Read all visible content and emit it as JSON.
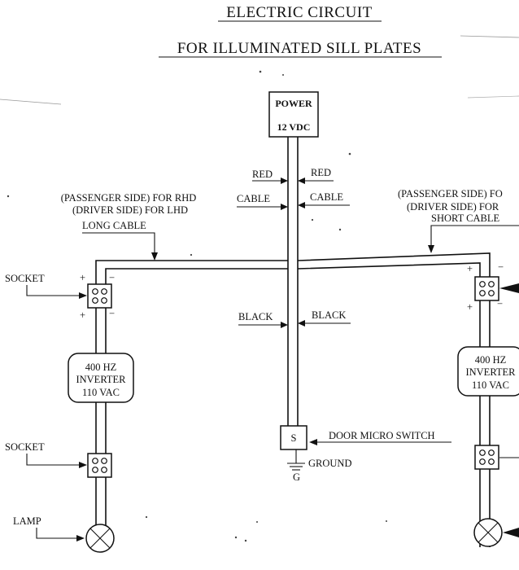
{
  "title": "ELECTRIC CIRCUIT",
  "subtitle": "FOR ILLUMINATED SILL PLATES",
  "power": {
    "line1": "POWER",
    "line2": "12 VDC"
  },
  "wire_labels": {
    "red_left": "RED",
    "red_right": "RED",
    "cable_left": "CABLE",
    "cable_right": "CABLE",
    "black_left": "BLACK",
    "black_right": "BLACK"
  },
  "left_branch": {
    "line1": "(PASSENGER SIDE) FOR RHD",
    "line2": "(DRIVER SIDE) FOR LHD",
    "line3": "LONG CABLE"
  },
  "right_branch": {
    "line1": "(PASSENGER SIDE) FO",
    "line2": "(DRIVER SIDE) FOR",
    "line3": "SHORT CABLE"
  },
  "socket_label": "SOCKET",
  "socket_label_2": "SOCKET",
  "lamp_label": "LAMP",
  "inverter_left": {
    "line1": "400 HZ",
    "line2": "INVERTER",
    "line3": "110 VAC"
  },
  "inverter_right": {
    "line1": "400 HZ",
    "line2": "INVERTER",
    "line3": "110 VAC"
  },
  "switch": {
    "symbol": "S",
    "label": "DOOR MICRO SWITCH",
    "ground": "GROUND",
    "ground_symbol": "G"
  },
  "polarity": {
    "plus": "+",
    "minus": "−"
  }
}
